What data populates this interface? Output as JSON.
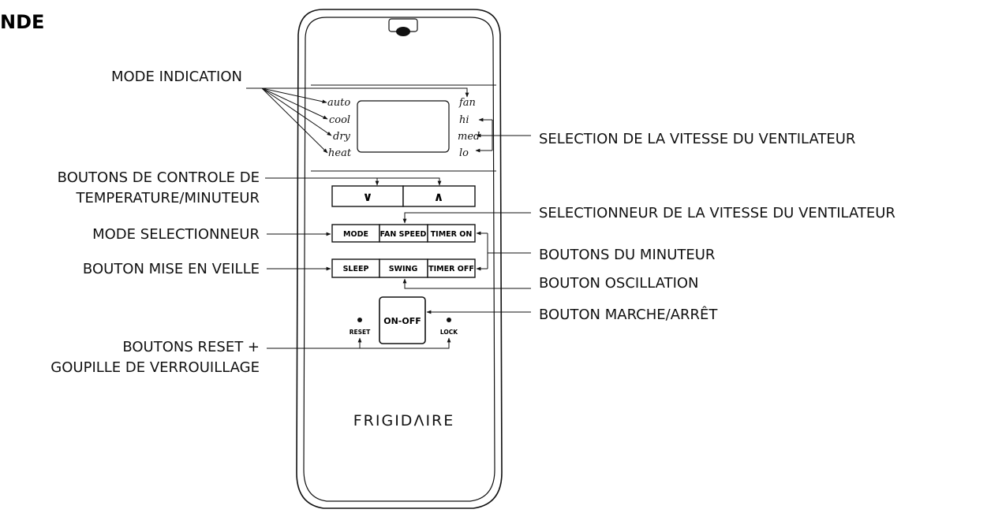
{
  "title": "NDE",
  "labels": {
    "mode_indication": "MODE INDICATION",
    "temp_timer_line1": "BOUTONS DE CONTROLE DE",
    "temp_timer_line2": "TEMPERATURE/MINUTEUR",
    "mode_selector": "MODE SELECTIONNEUR",
    "sleep": "BOUTON MISE EN VEILLE",
    "reset_line1": "BOUTONS RESET +",
    "reset_line2": "GOUPILLE DE VERROUILLAGE",
    "fan_speed_selection": "SELECTION DE LA VITESSE DU VENTILATEUR",
    "fan_speed_selector": "SELECTIONNEUR DE LA VITESSE DU VENTILATEUR",
    "timer_buttons": "BOUTONS DU MINUTEUR",
    "oscillation": "BOUTON OSCILLATION",
    "on_off": "BOUTON MARCHE/ARRÊT"
  },
  "display": {
    "modes": [
      "auto",
      "cool",
      "dry",
      "heat"
    ],
    "fan": "fan",
    "speeds": [
      "hi",
      "med",
      "lo"
    ]
  },
  "buttons": {
    "down": "∨",
    "up": "∧",
    "mode": "MODE",
    "fan_speed": "FAN SPEED",
    "timer_on": "TIMER ON",
    "sleep": "SLEEP",
    "swing": "SWING",
    "timer_off": "TIMER OFF",
    "on_off": "ON-OFF",
    "reset": "RESET",
    "lock": "LOCK"
  },
  "brand": "FRIGIDΛIRE"
}
